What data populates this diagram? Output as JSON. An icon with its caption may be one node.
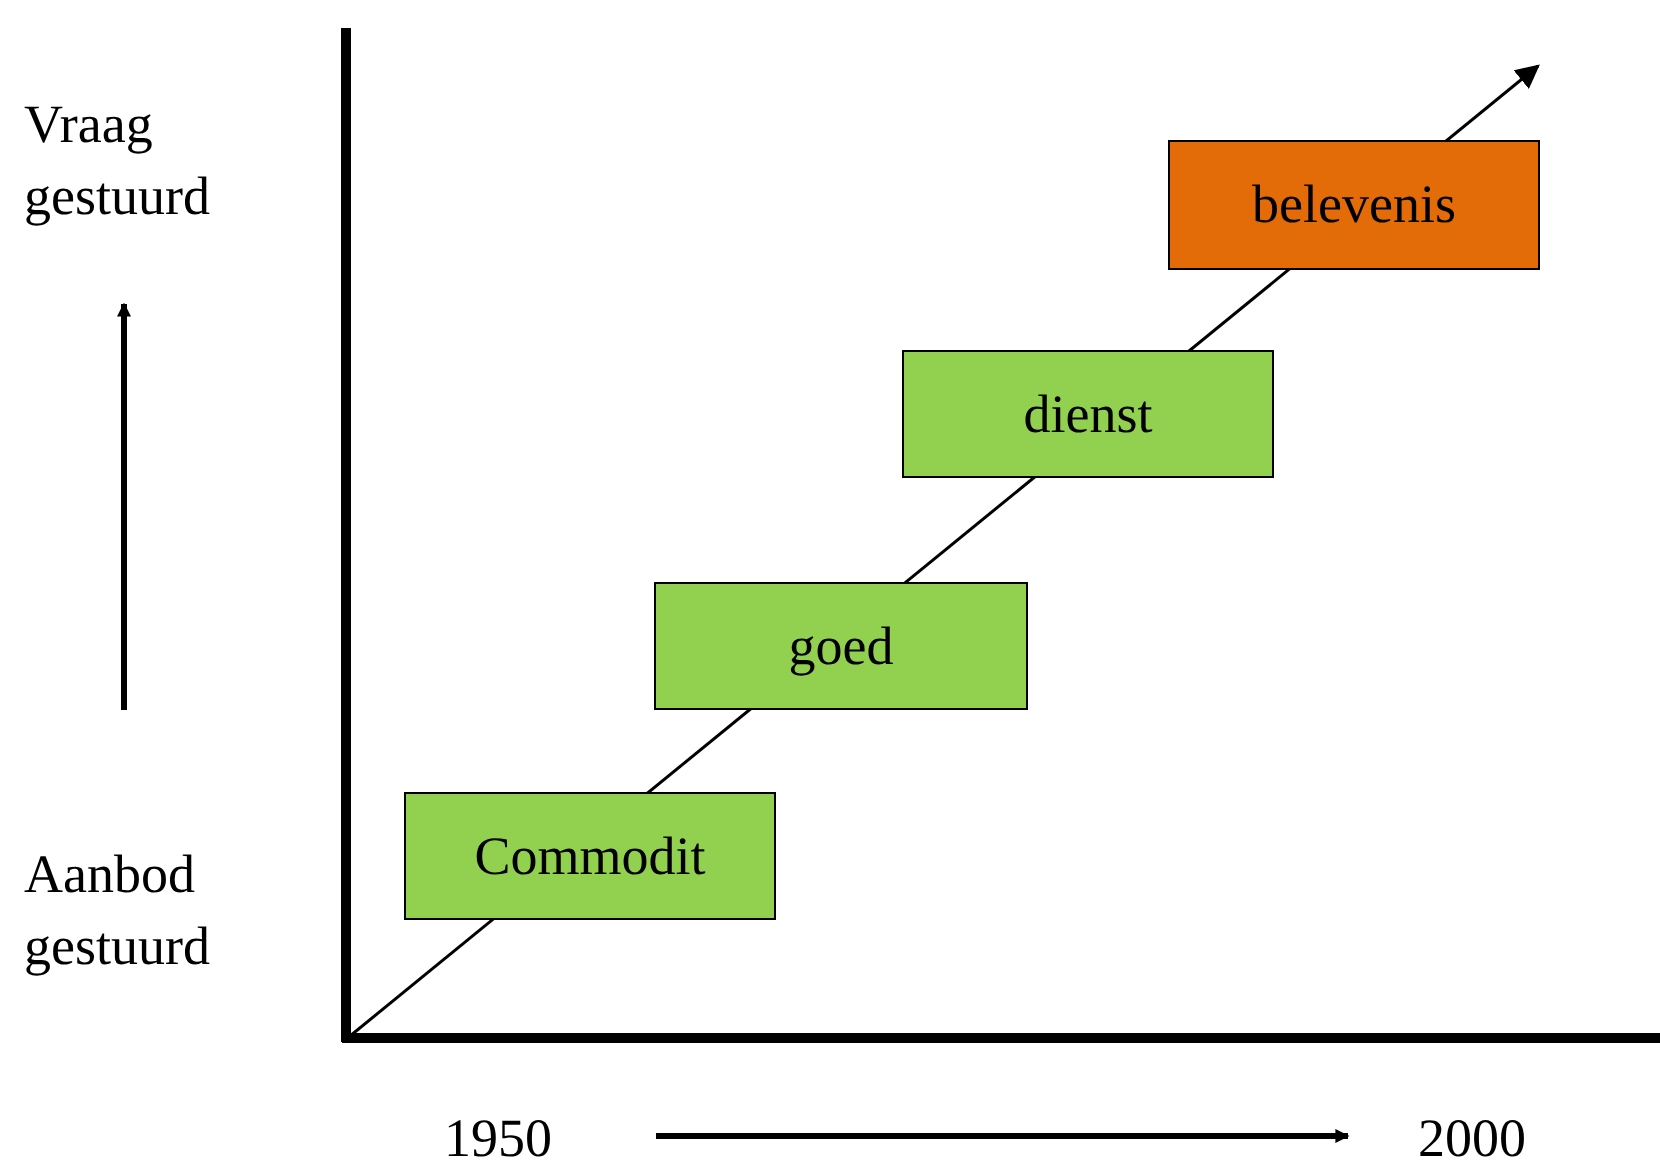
{
  "diagram": {
    "nodes": [
      {
        "text": [
          "Commodit"
        ]
      },
      {
        "text": [
          "goed"
        ]
      },
      {
        "text": [
          "dienst"
        ]
      },
      {
        "text": [
          "belevenis"
        ]
      }
    ],
    "labels": [
      "Vraag gestuurd",
      "Aanbod gestuurd",
      "1950",
      "2000"
    ]
  }
}
